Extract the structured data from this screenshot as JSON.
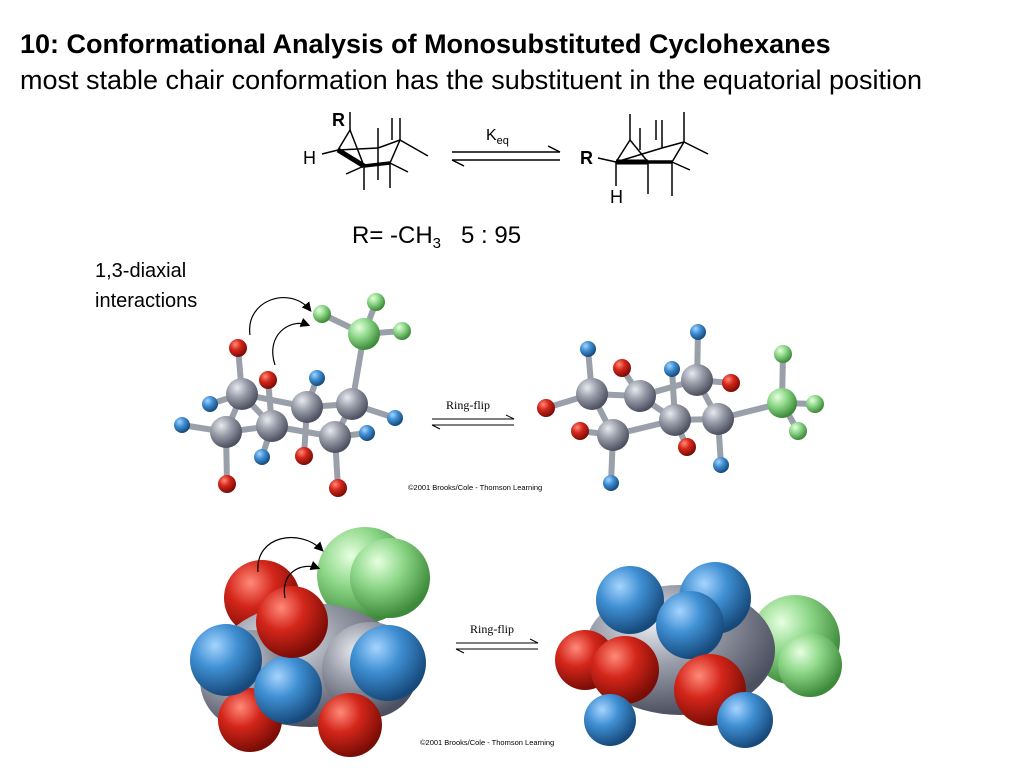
{
  "slide": {
    "title": "10: Conformational Analysis of Monosubstituted Cyclohexanes",
    "subtitle": "most stable chair conformation has the substituent in the equatorial position"
  },
  "equilibrium": {
    "left_substituent": "R",
    "left_hydrogen": "H",
    "k_main": "K",
    "k_sub": "eq",
    "right_substituent": "R",
    "right_hydrogen": "H"
  },
  "ratio": {
    "r_label": "R= -CH",
    "r_sub": "3",
    "value": "5 : 95"
  },
  "annotation": {
    "line1": "1,3-diaxial",
    "line2": "interactions"
  },
  "ball_and_stick": {
    "flip_label": "Ring-flip",
    "copyright": "©2001 Brooks/Cole - Thomson Learning"
  },
  "space_filling": {
    "flip_label": "Ring-flip",
    "copyright": "©2001 Brooks/Cole - Thomson Learning"
  },
  "colors": {
    "carbon": "#8c909c",
    "axial_h": "#c41e12",
    "equatorial_h": "#3b86c8",
    "methyl": "#7dc97a"
  }
}
